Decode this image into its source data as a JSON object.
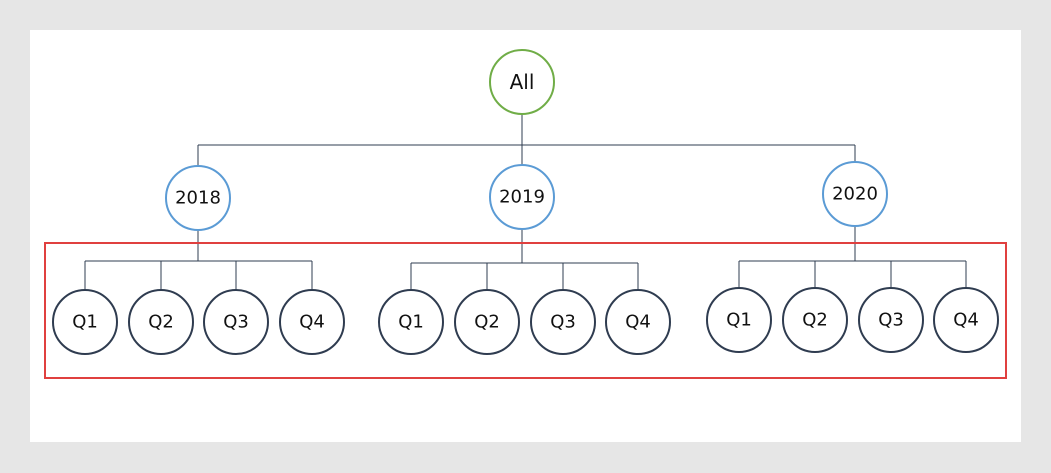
{
  "hierarchy": {
    "root": {
      "label": "All",
      "color": "#70ad47"
    },
    "years": [
      {
        "label": "2018",
        "quarters": [
          "Q1",
          "Q2",
          "Q3",
          "Q4"
        ]
      },
      {
        "label": "2019",
        "quarters": [
          "Q1",
          "Q2",
          "Q3",
          "Q4"
        ]
      },
      {
        "label": "2020",
        "quarters": [
          "Q1",
          "Q2",
          "Q3",
          "Q4"
        ]
      }
    ],
    "year_color": "#5b9bd5",
    "quarter_color": "#2f3c50",
    "highlight_color": "#e0403f"
  }
}
